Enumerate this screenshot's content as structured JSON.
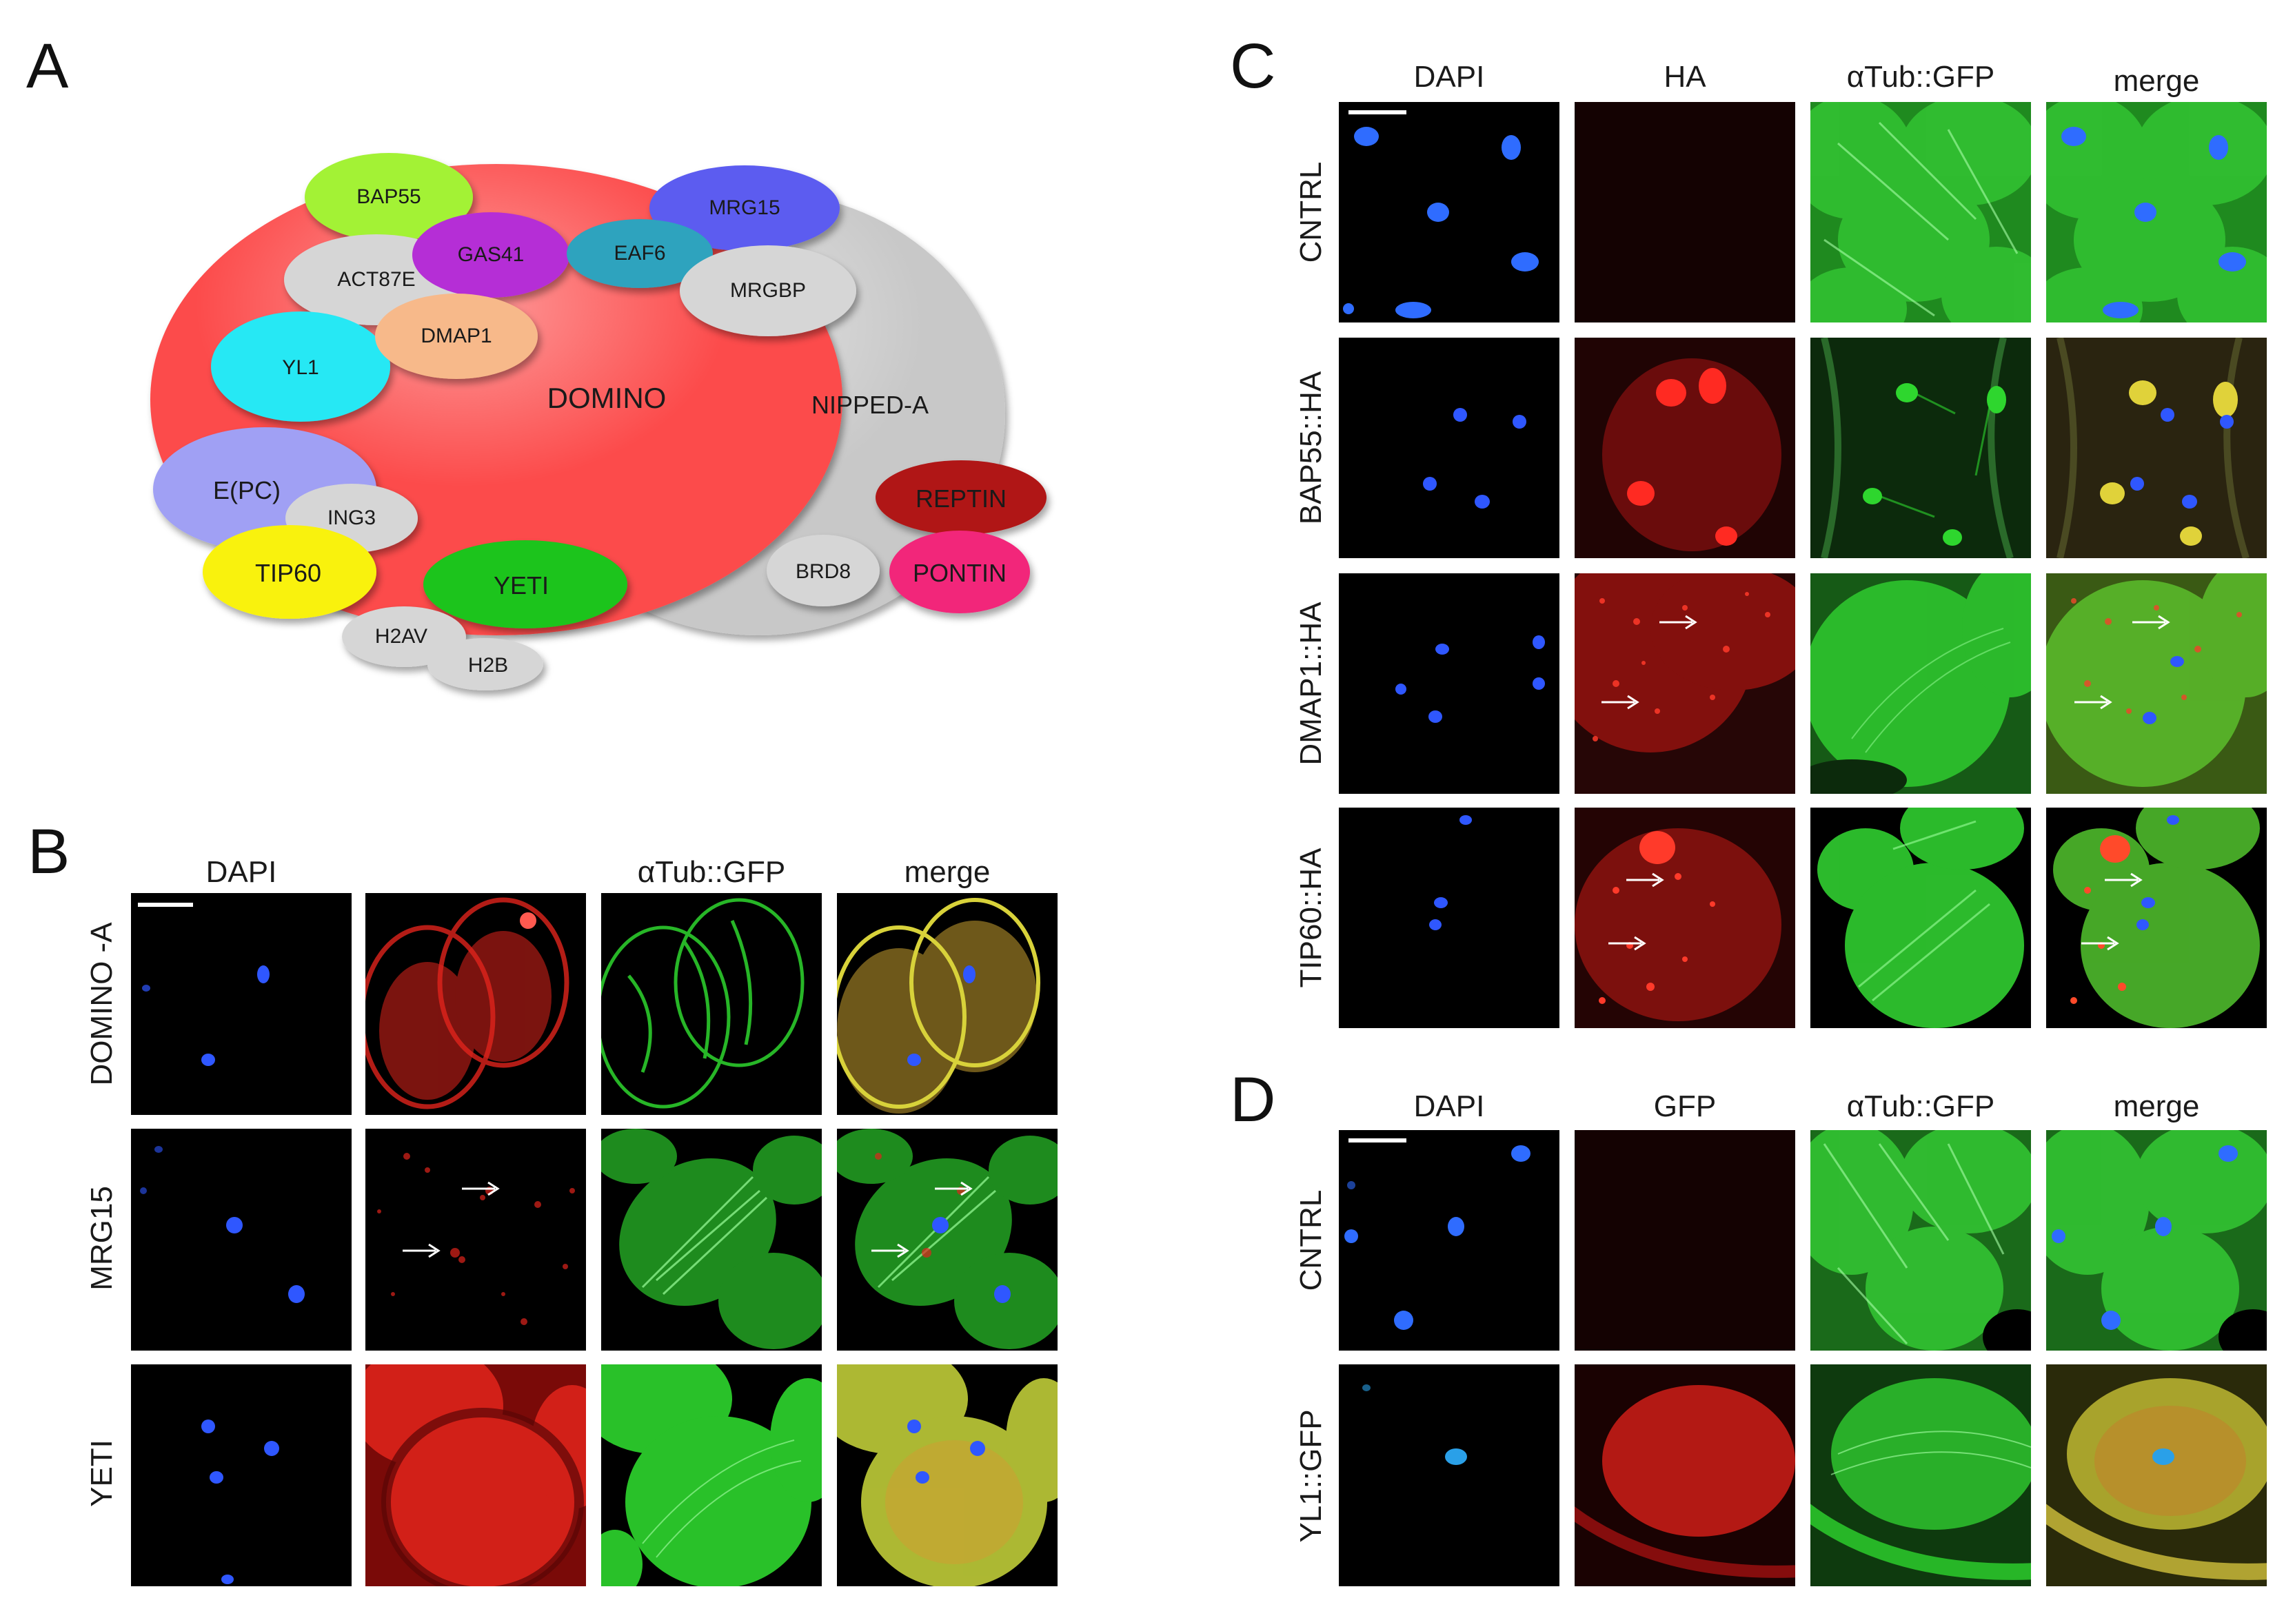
{
  "panel_letters": {
    "a": "A",
    "b": "B",
    "c": "C",
    "d": "D"
  },
  "diagram": {
    "big_labels": {
      "domino": "DOMINO",
      "nipped_a": "NIPPED-A"
    },
    "subunits": {
      "bap55": "BAP55",
      "mrg15": "MRG15",
      "gas41": "GAS41",
      "eaf6": "EAF6",
      "act87e": "ACT87E",
      "mrgbp": "MRGBP",
      "dmap1": "DMAP1",
      "yl1": "YL1",
      "epc": "E(PC)",
      "ing3": "ING3",
      "tip60": "TIP60",
      "yeti": "YETI",
      "h2av": "H2AV",
      "h2b": "H2B",
      "reptin": "REPTIN",
      "brd8": "BRD8",
      "pontin": "PONTIN"
    },
    "colors": {
      "domino": "#fc4c4c",
      "nipped_a": "#c8c8c8",
      "bap55": "#a3f234",
      "mrg15": "#5b5bf0",
      "gas41": "#b52fd6",
      "eaf6": "#2ea3be",
      "grey_subunit": "#d6d6d6",
      "dmap1": "#f7b98a",
      "yl1": "#26e8f4",
      "epc": "#a0a0f4",
      "tip60": "#f9f20a",
      "yeti": "#1ec41e",
      "reptin": "#b01414",
      "pontin": "#f2287a"
    }
  },
  "panel_b": {
    "columns": [
      "DAPI",
      "",
      "αTub::GFP",
      "merge"
    ],
    "rows": [
      "DOMINO -A",
      "MRG15",
      "YETI"
    ]
  },
  "panel_c": {
    "columns": [
      "DAPI",
      "HA",
      "αTub::GFP",
      "merge"
    ],
    "rows": [
      "CNTRL",
      "BAP55::HA",
      "DMAP1::HA",
      "TIP60::HA"
    ]
  },
  "panel_d": {
    "columns": [
      "DAPI",
      "GFP",
      "αTub::GFP",
      "merge"
    ],
    "rows": [
      "CNTRL",
      "YL1::GFP"
    ]
  },
  "channel_colors": {
    "dapi": "#2f57ff",
    "red": "#e0241c",
    "green": "#2ed62e",
    "yellow": "#d8d23a"
  }
}
